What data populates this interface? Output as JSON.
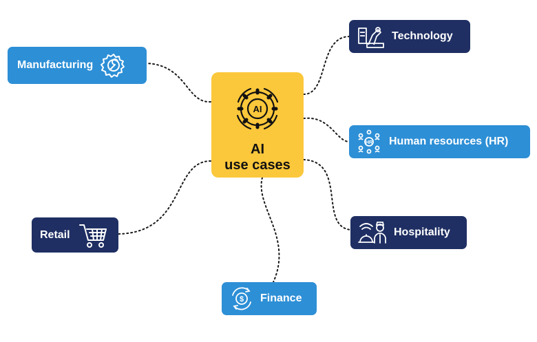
{
  "center": {
    "title_line1": "AI",
    "title_line2": "use cases",
    "icon": "ai-gear-icon",
    "color": "#fbc73b"
  },
  "colors": {
    "blue": "#2d8fd6",
    "navy": "#1f2f63",
    "link": "#1a1a1a"
  },
  "nodes": {
    "manufacturing": {
      "label": "Manufacturing",
      "icon": "wrench-gear-icon"
    },
    "technology": {
      "label": "Technology",
      "icon": "robot-arm-icon"
    },
    "hr": {
      "label": "Human resources (HR)",
      "icon": "people-network-icon"
    },
    "hospitality": {
      "label": "Hospitality",
      "icon": "concierge-bell-icon"
    },
    "retail": {
      "label": "Retail",
      "icon": "shopping-cart-icon"
    },
    "finance": {
      "label": "Finance",
      "icon": "dollar-cycle-icon"
    }
  }
}
